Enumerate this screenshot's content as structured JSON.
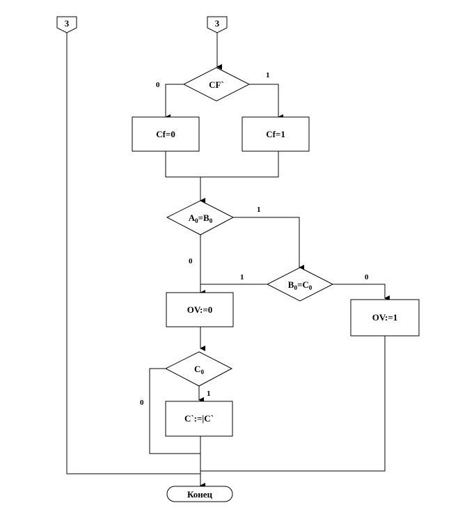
{
  "connectors": {
    "left": "3",
    "right": "3"
  },
  "nodes": {
    "cf_decision": "CF`",
    "cf_zero": "Cf=0",
    "cf_one": "Cf=1",
    "a0b0": {
      "a": "A",
      "a_sub": "0",
      "eq": "=B",
      "b_sub": "0"
    },
    "b0c0": {
      "b": "B",
      "b_sub": "0",
      "eq": "=C",
      "c_sub": "0"
    },
    "ov_zero": "OV:=0",
    "ov_one": "OV:=1",
    "c0": {
      "c": "C",
      "c_sub": "0"
    },
    "c_invert": "C`:=|C`",
    "end": "Конец"
  },
  "edges": {
    "cf_no": "0",
    "cf_yes": "1",
    "a0b0_yes": "1",
    "a0b0_no": "0",
    "b0c0_yes": "1",
    "b0c0_no": "0",
    "c0_yes": "1",
    "c0_no": "0"
  }
}
